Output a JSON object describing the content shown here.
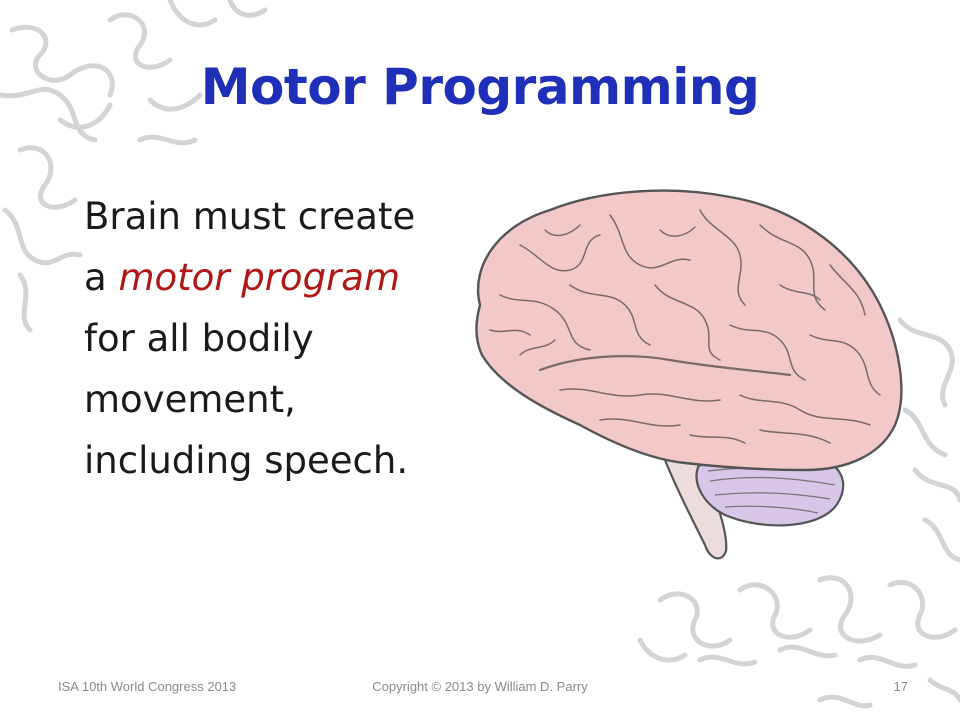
{
  "slide": {
    "title": "Motor Programming",
    "body": {
      "line1": "Brain must create",
      "line2_prefix": "a ",
      "line2_emphasis": "motor program",
      "line3": "for all bodily",
      "line4": "movement,",
      "line5": "including speech."
    },
    "footer": {
      "left": "ISA 10th World Congress 2013",
      "center": "Copyright © 2013 by William D. Parry",
      "page_number": "17"
    }
  },
  "colors": {
    "title": "#1f2fb8",
    "emphasis": "#b01818",
    "brain_cerebrum": "#f2c8c8",
    "brain_cerebellum": "#d8c6e8"
  },
  "icons": {
    "illustration": "brain-illustration",
    "background": "puzzle-pieces"
  }
}
